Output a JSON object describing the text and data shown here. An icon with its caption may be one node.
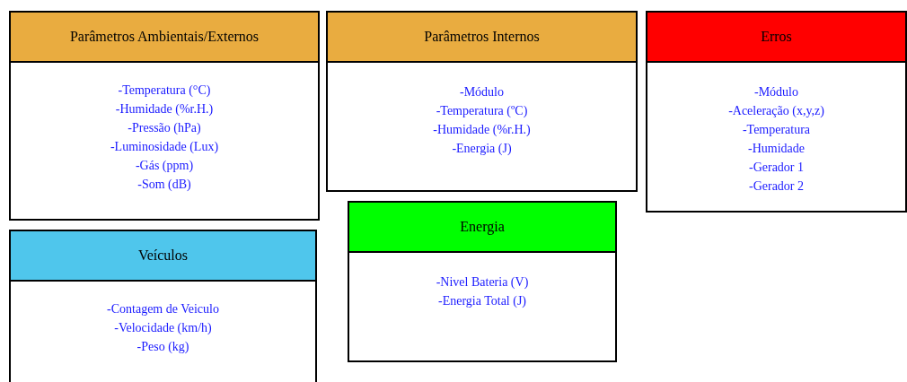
{
  "diagram": {
    "nodes": [
      {
        "text": [
          "Parâmetros Ambientais/Externos",
          "-Temperatura (°C)",
          "-Humidade (%r.H.)",
          "-Pressão (hPa)",
          "-Luminosidade (Lux)",
          "-Gás (ppm)",
          "-Som (dB)"
        ]
      },
      {
        "text": [
          "Parâmetros Internos",
          "-Módulo",
          "-Temperatura (ºC)",
          "-Humidade (%r.H.)",
          "-Energia (J)"
        ]
      },
      {
        "text": [
          "Erros",
          "-Módulo",
          "-Aceleração (x,y,z)",
          "-Temperatura",
          "-Humidade",
          "-Gerador 1",
          "-Gerador 2"
        ]
      },
      {
        "text": [
          "Energia",
          "-Nivel Bateria (V)",
          "-Energia Total (J)"
        ]
      },
      {
        "text": [
          "Veículos",
          "-Contagem de Veiculo",
          "-Velocidade (km/h)",
          "-Peso (kg)"
        ]
      }
    ]
  }
}
